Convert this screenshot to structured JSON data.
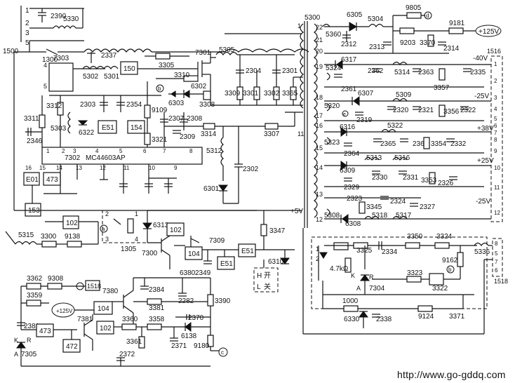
{
  "supply_rails": {
    "plus5v": "+5V",
    "plus125v": "+125V",
    "minus40v": "-40V",
    "minus25v": "-25V",
    "plus38v": "+38V",
    "plus25v": "+25V",
    "minus25v_b": "-25V"
  },
  "ic": {
    "part": "7302",
    "name": "MC44603AP",
    "pins_top": [
      "1",
      "2",
      "3",
      "4",
      "5",
      "6",
      "7",
      "8"
    ],
    "pins_bottom": [
      "16",
      "15",
      "14",
      "13",
      "12",
      "11",
      "10",
      "9"
    ]
  },
  "components": {
    "c2390": "2390",
    "l5330": "5330",
    "r1300": "1300",
    "c2337": "2337",
    "t1500": "1500",
    "u7303": "7303",
    "l5302": "5302",
    "l5301": "5301",
    "b150": "150",
    "r3305": "3305",
    "q7301": "7301",
    "l5305": "5305",
    "r3310": "3310",
    "d6302": "6302",
    "d6303": "6303",
    "r3308": "3308",
    "c2304": "2304",
    "r3309": "3309",
    "r3301": "3301",
    "r3302": "3302",
    "r3365": "3365",
    "c2301": "2301",
    "r3312": "3312",
    "c2303": "2303",
    "c2354": "2354",
    "r9109": "9109",
    "r3311": "3311",
    "l5303": "5303",
    "d6322": "6322",
    "b_e51a": "E51",
    "b154": "154",
    "c2346": "2346",
    "r3321": "3321",
    "c2307": "2307",
    "c2308": "2308",
    "c2309": "2309",
    "r3314": "3314",
    "r3307": "3307",
    "l5312": "5312",
    "c2302": "2302",
    "d6301": "6301",
    "b_e01": "E01",
    "b473a": "473",
    "b153": "153",
    "b102a": "102",
    "l5315": "5315",
    "r3300": "3300",
    "r9138": "9138",
    "k1305": "1305",
    "d6313": "6313",
    "b102b": "102",
    "b104a": "104",
    "q7300": "7300",
    "r7309": "7309",
    "c2349": "2349",
    "b_e51b": "E51",
    "b_e51c": "E51",
    "r3347": "3347",
    "d6310": "6310",
    "sw_on": "开",
    "sw_off": "关",
    "sw_h": "H",
    "sw_l": "L",
    "r3362": "3362",
    "r9308": "9308",
    "b1518a": "1518",
    "r3359": "3359",
    "b104b": "104",
    "q7380": "7380",
    "c2384": "2384",
    "r3381": "3381",
    "c6380": "6380",
    "c2282": "2282",
    "c2370": "2370",
    "r3390": "3390",
    "c2381": "2381",
    "b473b": "473",
    "q7381": "7381",
    "b102c": "102",
    "r3360": "3360",
    "r3358": "3358",
    "r3361": "3361",
    "c2371": "2371",
    "d6138": "6138",
    "r9180": "9180",
    "q7305": "7305",
    "b472": "472",
    "c2372": "2372",
    "t5300": "5300",
    "d6305": "6305",
    "r9805": "9805",
    "l5360": "5360",
    "l5304": "5304",
    "c2312": "2312",
    "c2313": "2313",
    "r9203": "9203",
    "r3370": "3370",
    "c2314": "2314",
    "r9181": "9181",
    "d6317": "6317",
    "l5324": "5324",
    "c2362": "2362",
    "l5314": "5314",
    "c2363": "2363",
    "r3357": "3357",
    "c2335": "2335",
    "c2361": "2361",
    "d6307": "6307",
    "l5309": "5309",
    "l5320": "5320",
    "c2319": "2319",
    "c2320": "2320",
    "c2321": "2321",
    "r3356": "3356",
    "c2322": "2322",
    "d6316": "6316",
    "l5322": "5322",
    "l5323": "5323",
    "c2365": "2365",
    "c2366": "2366",
    "r3354": "3354",
    "c2332": "2332",
    "c2364": "2364",
    "l5313": "5313",
    "l5316": "5316",
    "d6309": "6309",
    "c2330": "2330",
    "c2331": "2331",
    "r3353": "3353",
    "c2326": "2326",
    "c2329": "2329",
    "c2323": "2323",
    "c2324": "2324",
    "r3345": "3345",
    "c2327": "2327",
    "l5308": "5308",
    "d6308": "6308",
    "l5318": "5318",
    "l5317": "5317",
    "k1516": "1516",
    "r3325": "3325",
    "c2334": "2334",
    "r3350": "3350",
    "r3324": "3324",
    "l5336": "5336",
    "r9162": "9162",
    "r47k": "4.7kΩ",
    "q7304": "7304",
    "r3323": "3323",
    "r3322": "3322",
    "r1000": "1000",
    "d6330": "6330",
    "c2338": "2338",
    "r9124": "9124",
    "r3371": "3371",
    "b1518b": "1518"
  },
  "transformer_pins": [
    "1",
    "22",
    "21",
    "20",
    "19",
    "18",
    "17",
    "16",
    "15",
    "14",
    "13",
    "12",
    "11"
  ],
  "connector_pins": {
    "left": [
      "1",
      "2",
      "3",
      "5"
    ],
    "right_1516": [
      "1",
      "2",
      "3",
      "4",
      "5",
      "6",
      "7",
      "8",
      "9",
      "10",
      "11",
      "12"
    ],
    "right_1518": [
      "5",
      "6",
      "7",
      "8"
    ]
  },
  "markers": [
    "a",
    "b",
    "c",
    "d",
    "e"
  ],
  "footer": {
    "url": "http://www.go-gddq.com"
  }
}
